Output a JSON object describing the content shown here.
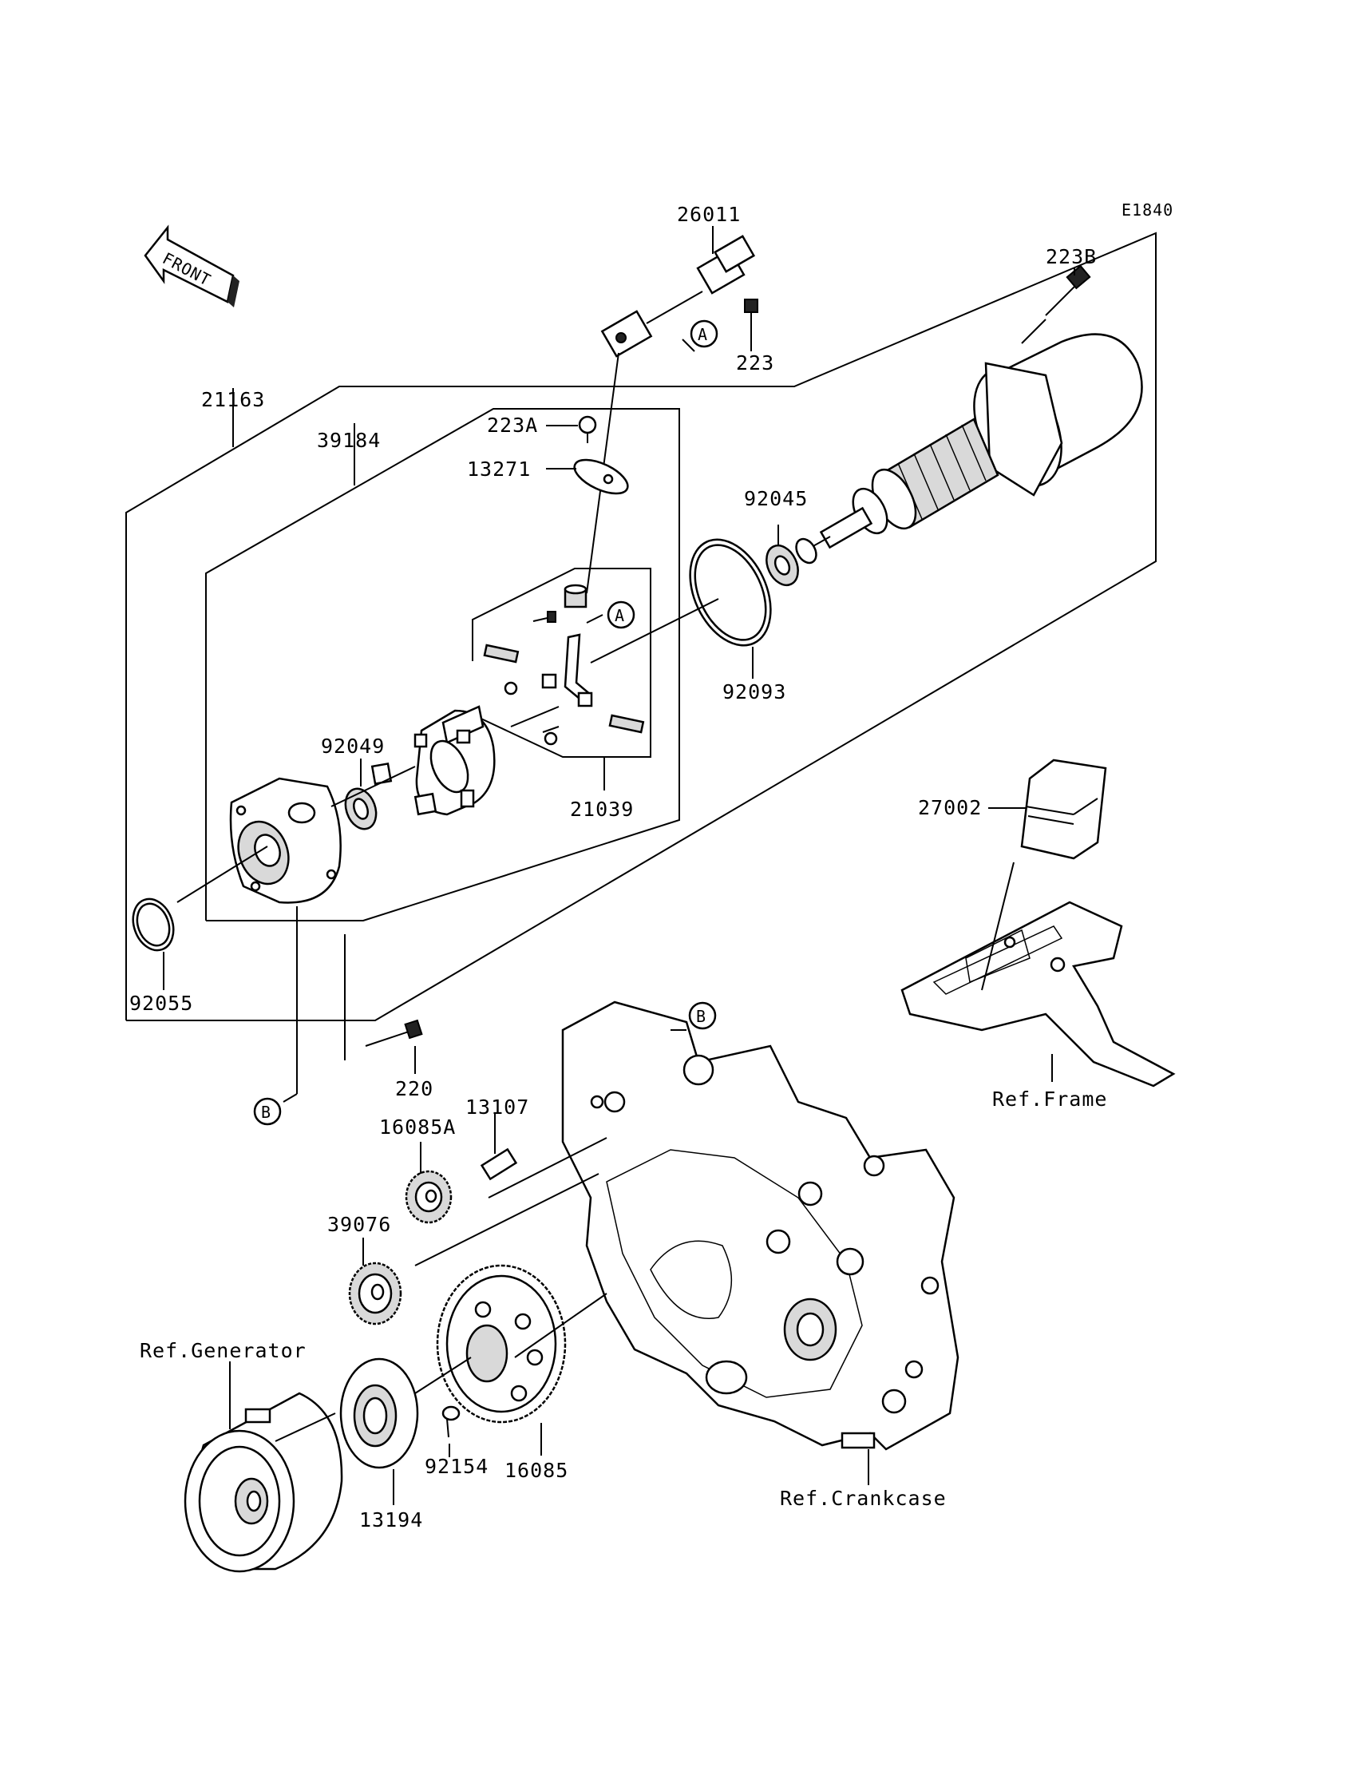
{
  "diagram_code": "E1840",
  "front_label": "FRONT",
  "reference_marks": {
    "a": "A",
    "b": "B"
  },
  "parts": {
    "p26011": "26011",
    "p223B": "223B",
    "p223": "223",
    "p21163": "21163",
    "p39184": "39184",
    "p223A": "223A",
    "p13271": "13271",
    "p92045": "92045",
    "p92093": "92093",
    "p92049": "92049",
    "p21039": "21039",
    "p27002": "27002",
    "p92055": "92055",
    "p220": "220",
    "p13107": "13107",
    "p16085A": "16085A",
    "p39076": "39076",
    "p16085": "16085",
    "p92154": "92154",
    "p13194": "13194"
  },
  "references": {
    "frame": "Ref.Frame",
    "generator": "Ref.Generator",
    "crankcase": "Ref.Crankcase"
  }
}
